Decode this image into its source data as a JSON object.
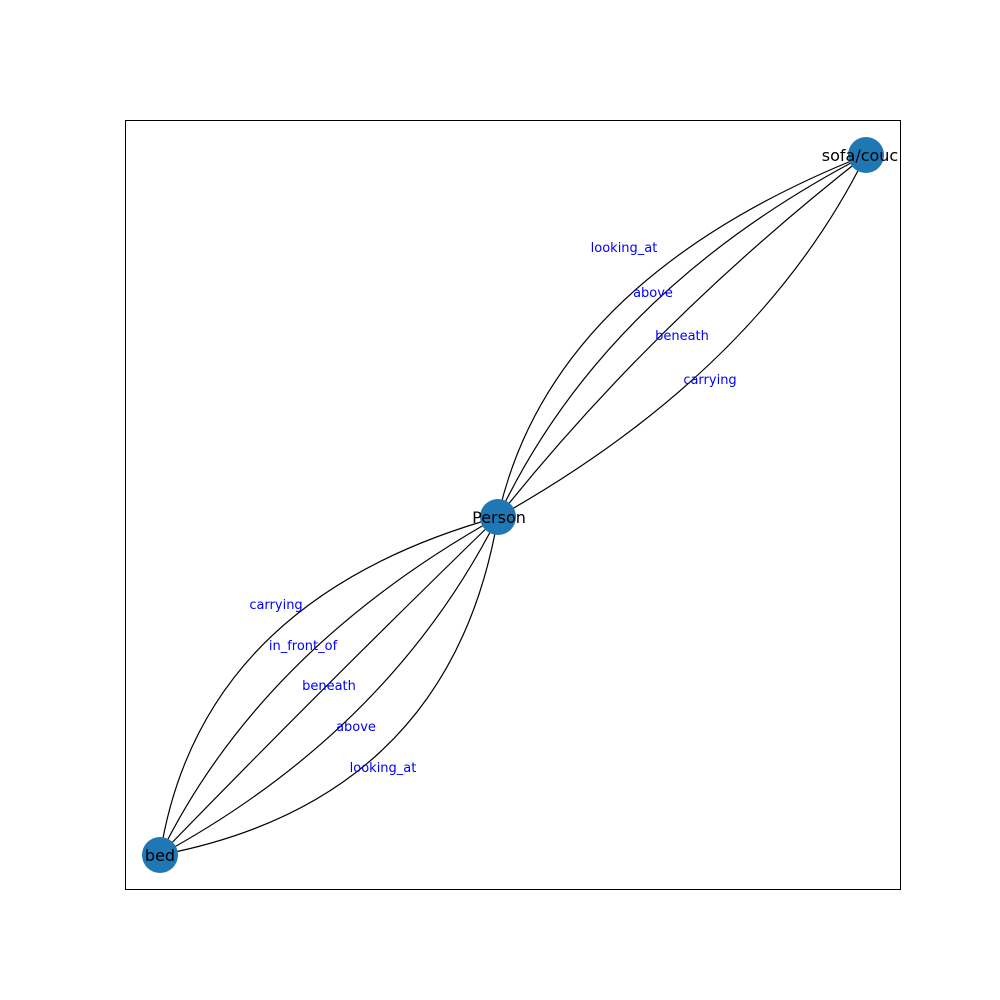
{
  "colors": {
    "node_fill": "#1f77b4",
    "edge_stroke": "#000000",
    "edge_label": "#0000ff",
    "frame": "#000000",
    "background": "#ffffff"
  },
  "nodes": [
    {
      "id": "person",
      "label": "Person"
    },
    {
      "id": "sofa",
      "label": "sofa/couc"
    },
    {
      "id": "bed",
      "label": "bed"
    }
  ],
  "edges": [
    {
      "source": "person",
      "target": "sofa",
      "label": "looking_at"
    },
    {
      "source": "person",
      "target": "sofa",
      "label": "above"
    },
    {
      "source": "person",
      "target": "sofa",
      "label": "beneath"
    },
    {
      "source": "person",
      "target": "sofa",
      "label": "carrying"
    },
    {
      "source": "person",
      "target": "bed",
      "label": "carrying"
    },
    {
      "source": "person",
      "target": "bed",
      "label": "in_front_of"
    },
    {
      "source": "person",
      "target": "bed",
      "label": "beneath"
    },
    {
      "source": "person",
      "target": "bed",
      "label": "above"
    },
    {
      "source": "person",
      "target": "bed",
      "label": "looking_at"
    }
  ]
}
